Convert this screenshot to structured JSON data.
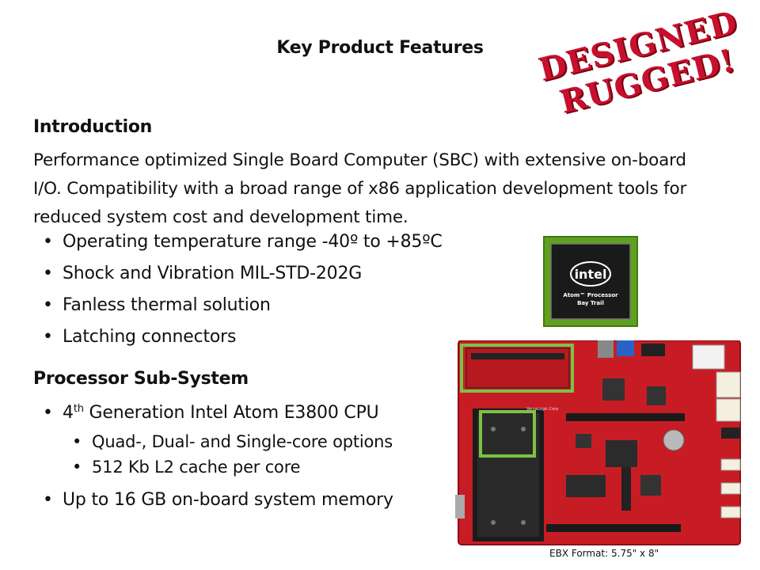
{
  "title": "Key Product Features",
  "stamp": {
    "line1": "DESIGNED",
    "line2": "RUGGED!"
  },
  "introduction": {
    "heading": "Introduction",
    "text": "Performance optimized Single Board Computer (SBC) with extensive on-board I/O. Compatibility with a broad range of x86 application development tools for reduced system cost and development time.",
    "bullets": [
      "Operating temperature range -40º to +85ºC",
      "Shock and Vibration MIL-STD-202G",
      "Fanless thermal solution",
      "Latching connectors"
    ]
  },
  "processor": {
    "heading": "Processor Sub-System",
    "bullet1": {
      "sup": "th",
      "rest": " Generation Intel Atom E3800 CPU",
      "num": "4"
    },
    "sub_bullets": [
      "Quad-, Dual- and Single-core options",
      "512 Kb L2 cache per core"
    ],
    "bullet2": "Up to 16 GB on-board system memory"
  },
  "chip": {
    "brand": "intel",
    "line1": "Atom™ Processor",
    "line2": "Bay Trail"
  },
  "board_image": {
    "caption": "EBX Format: 5.75\" x 8\"",
    "board_label": "VersaLogic Corp"
  },
  "colors": {
    "stamp": "#c8102e",
    "board": "#c81c24",
    "highlight": "#7dc243",
    "chip": "#4a8a14"
  }
}
